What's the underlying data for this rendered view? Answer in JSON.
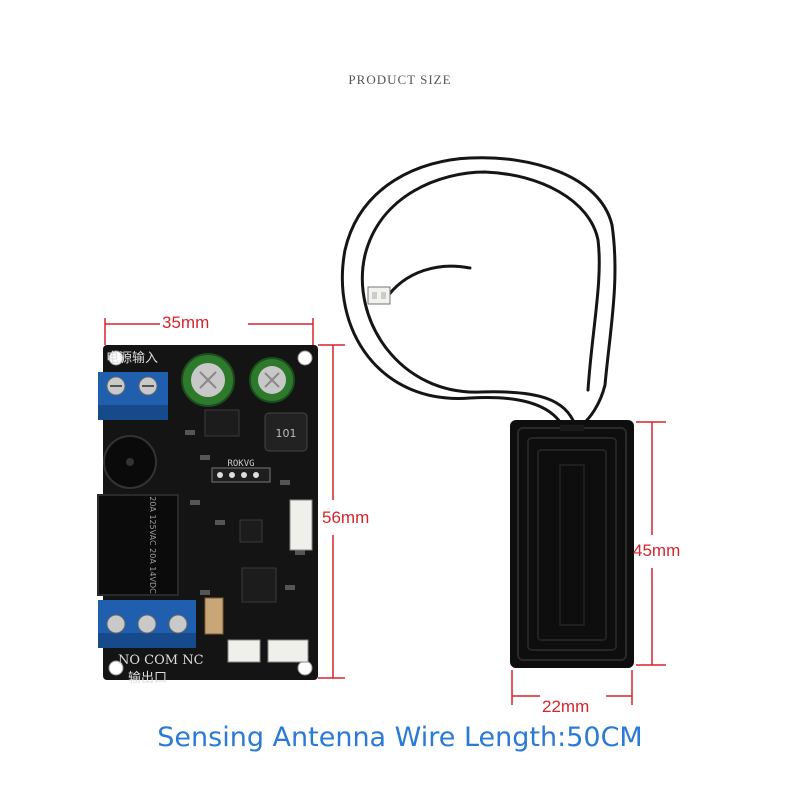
{
  "header": {
    "title": "PRODUCT SIZE"
  },
  "dimensions": {
    "board_width": "35mm",
    "board_height": "56mm",
    "antenna_height": "45mm",
    "antenna_width": "22mm"
  },
  "board_labels": {
    "power_input": "电源输入",
    "relay_terminals": "NO COM NC",
    "output_port": "输出口",
    "relay_text": "20A 125VAC 20A 14VDC",
    "inductor_code": "101",
    "pin_header": "ROKVG"
  },
  "caption": {
    "text": "Sensing Antenna Wire Length:50CM"
  },
  "colors": {
    "dimension_red": "#d6242c",
    "caption_blue": "#2a7ad6",
    "pcb_black": "#141414",
    "terminal_blue": "#1f5fae"
  }
}
